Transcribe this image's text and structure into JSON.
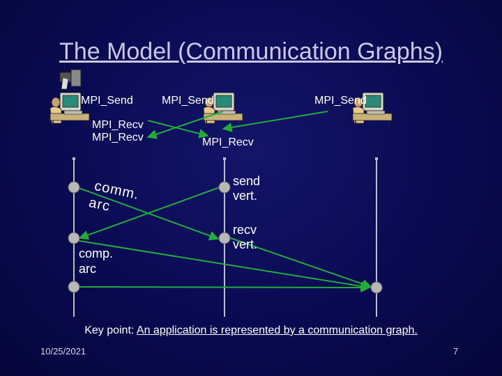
{
  "title": "The Model (Communication Graphs)",
  "nodes": {
    "left_send": "MPI_Send",
    "left_recv1": "MPI_Recv",
    "left_recv2": "MPI_Recv",
    "mid_send": "MPI_Send",
    "mid_recv": "MPI_Recv",
    "right_send": "MPI_Send"
  },
  "labels": {
    "comm_arc_line1": "comm.",
    "comm_arc_line2": "arc",
    "comp_arc_line1": "comp.",
    "comp_arc_line2": "arc",
    "send_vert_line1": "send",
    "send_vert_line2": "vert.",
    "recv_vert_line1": "recv",
    "recv_vert_line2": "vert."
  },
  "keypoint": {
    "prefix": "Key point:",
    "text": "An application is represented by a communication graph."
  },
  "footer": {
    "date": "10/25/2021",
    "page": "7"
  },
  "colors": {
    "arrow": "#1fae3a",
    "timeline": "#bdbdbd",
    "vertex": "#b8b8b8"
  },
  "icons": [
    "computer-user-icon",
    "telephone-icon"
  ]
}
